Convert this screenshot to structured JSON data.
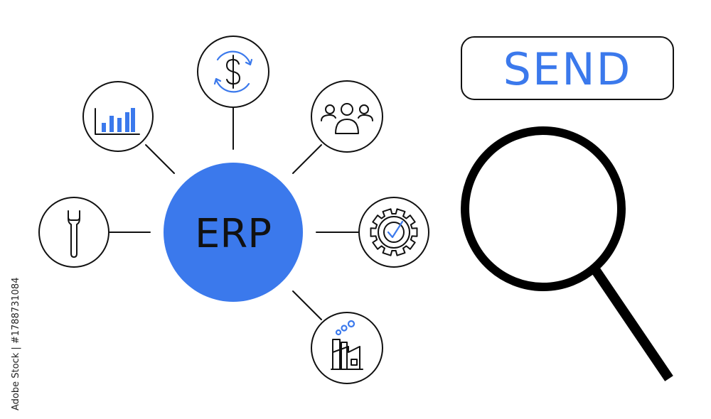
{
  "diagram": {
    "hub": {
      "label": "ERP"
    },
    "nodes": [
      {
        "name": "wrench-icon"
      },
      {
        "name": "bar-chart-icon"
      },
      {
        "name": "dollar-cycle-icon"
      },
      {
        "name": "team-icon"
      },
      {
        "name": "gear-check-icon"
      },
      {
        "name": "factory-icon"
      }
    ]
  },
  "send_button": {
    "label": "SEND"
  },
  "magnifier": {
    "name": "magnifying-glass-icon"
  },
  "stock": {
    "side_text": "Adobe Stock | #1788731084"
  },
  "colors": {
    "accent": "#3b79ec",
    "line": "#111111"
  }
}
